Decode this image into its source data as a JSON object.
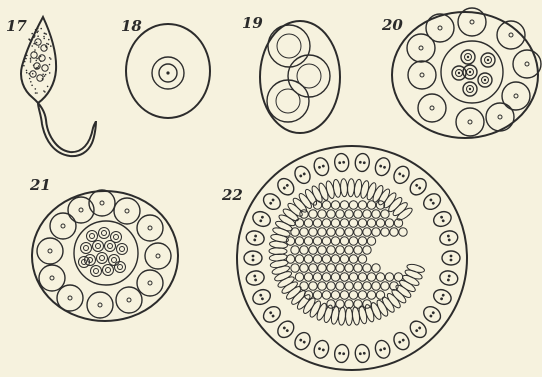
{
  "plate": {
    "background": "#f6f2de",
    "ink": "#2c2c2c",
    "figures": [
      {
        "id": "17",
        "label": "17"
      },
      {
        "id": "18",
        "label": "18"
      },
      {
        "id": "19",
        "label": "19"
      },
      {
        "id": "20",
        "label": "20"
      },
      {
        "id": "21",
        "label": "21"
      },
      {
        "id": "22",
        "label": "22"
      }
    ]
  }
}
